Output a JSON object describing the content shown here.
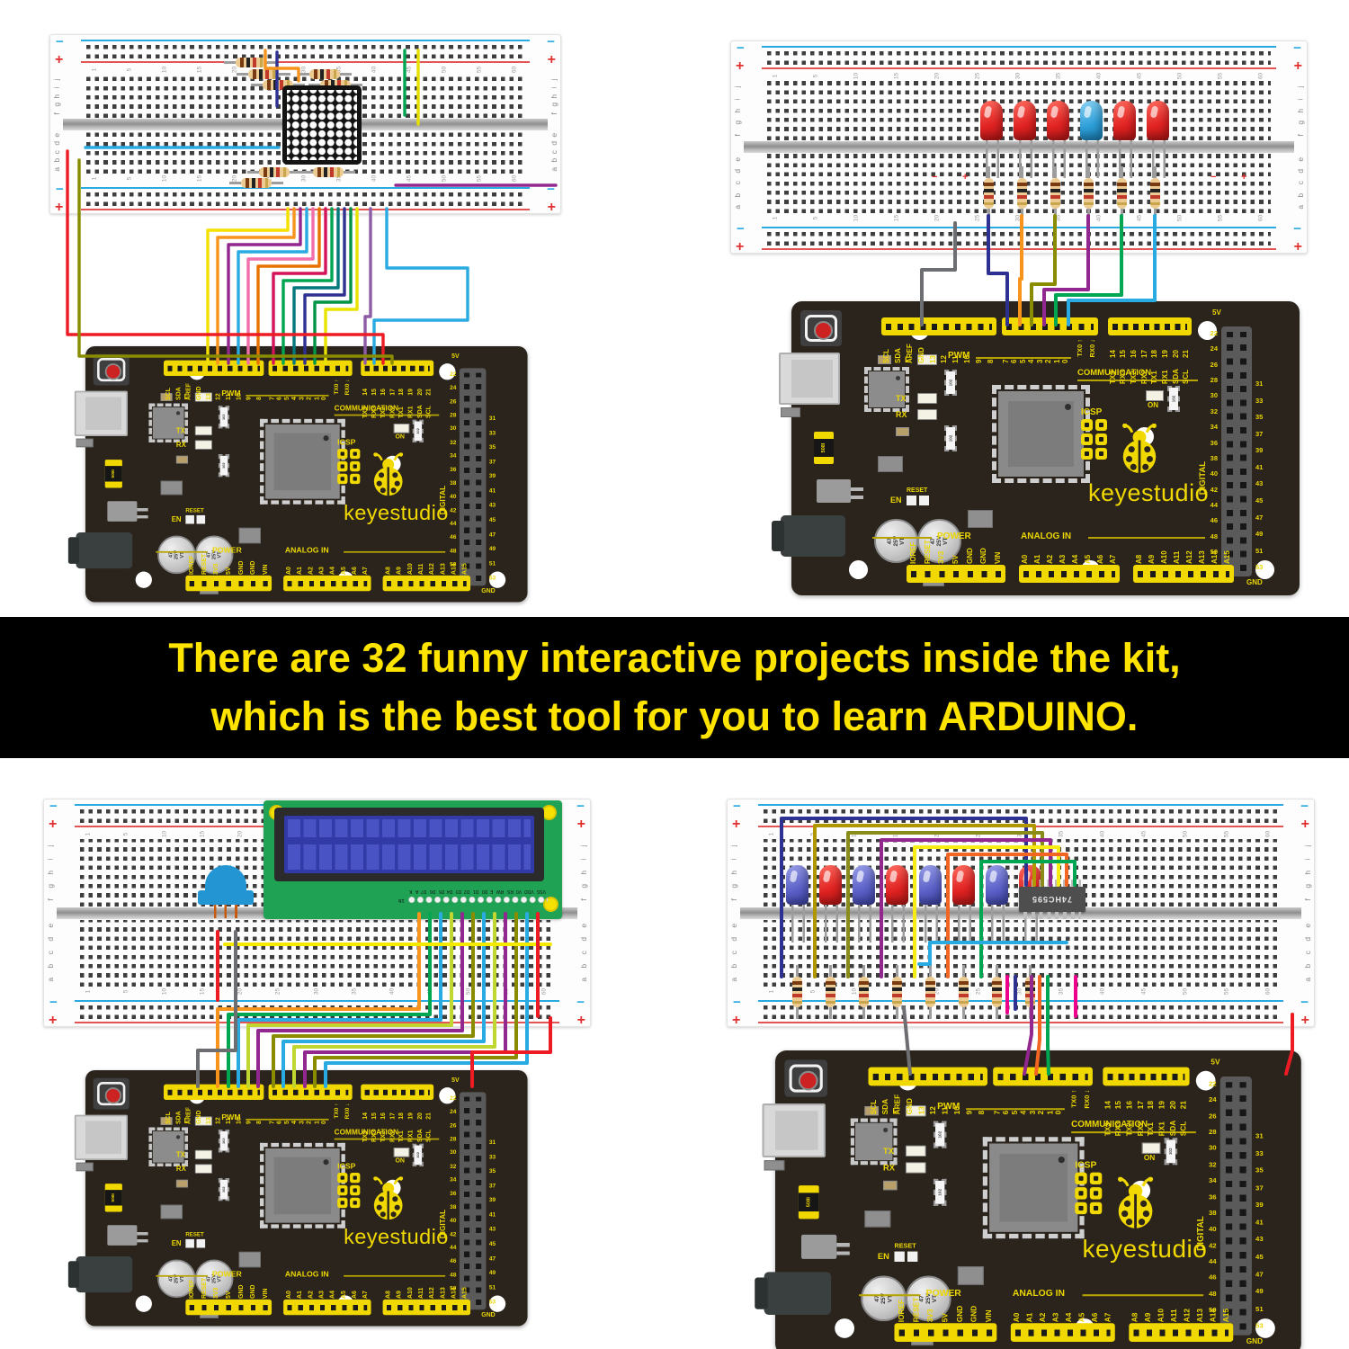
{
  "banner": {
    "line1": "There are 32 funny interactive projects inside the kit,",
    "line2": "which is the best tool for you to learn ARDUINO.",
    "bg": "#000000",
    "fg": "#ffe400"
  },
  "brand": "keyestudio",
  "board": {
    "pins_a": [
      "SCL",
      "SDA",
      "AREF",
      "GND",
      "13",
      "12",
      "11",
      "10",
      "9",
      "8"
    ],
    "pins_b": [
      "7",
      "6",
      "5",
      "4",
      "3",
      "2",
      "1",
      "0"
    ],
    "pins_c": [
      "14",
      "15",
      "16",
      "17",
      "18",
      "19",
      "20",
      "21"
    ],
    "comm_sub": [
      "TX3",
      "RX3",
      "TX2",
      "RX2",
      "TX1",
      "RX1",
      "SDA",
      "SCL"
    ],
    "tx0": "TX0 ↑",
    "rx0": "RX0 ↓",
    "pwm": "PWM",
    "communication": "COMMUNICATION",
    "icsp": "ICSP",
    "on": "ON",
    "l": "L",
    "tx": "TX",
    "rx": "RX",
    "en": "EN",
    "reset": "RESET",
    "digital": "DIGITAL",
    "five_v": "5V",
    "gnd": "GND",
    "right_even": [
      "22",
      "24",
      "26",
      "28",
      "30",
      "32",
      "34",
      "36",
      "38",
      "40",
      "42",
      "44",
      "46",
      "48",
      "50",
      "52"
    ],
    "right_odd": [
      "31",
      "33",
      "35",
      "37",
      "39",
      "41",
      "43",
      "45",
      "47",
      "49",
      "51",
      "53"
    ],
    "power_title": "POWER",
    "analog_title": "ANALOG IN",
    "power_pins": [
      "IOREF",
      "RESET",
      "3V3",
      "5V",
      "GND",
      "GND",
      "VIN"
    ],
    "analog_a": [
      "A0",
      "A1",
      "A2",
      "A3",
      "A4",
      "A5",
      "A6",
      "A7"
    ],
    "analog_b": [
      "A8",
      "A9",
      "A10",
      "A11",
      "A12",
      "A13",
      "A14",
      "A15"
    ],
    "cap_label": "47\n25V\nVT",
    "reg_label": "508I",
    "net_label": "102"
  },
  "breadboard": {
    "letters_top": [
      "j",
      "i",
      "h",
      "g",
      "f"
    ],
    "letters_bottom": [
      "e",
      "d",
      "c",
      "b",
      "a"
    ],
    "cols": [
      "1",
      "5",
      "10",
      "15",
      "20",
      "25",
      "30",
      "35",
      "40",
      "45",
      "50",
      "55",
      "60"
    ],
    "plus": "+",
    "minus": "−"
  },
  "tr": {
    "leds": [
      "red",
      "red",
      "red",
      "blue",
      "red",
      "red"
    ]
  },
  "br": {
    "leds": [
      "violet",
      "red",
      "violet",
      "red",
      "violet",
      "red",
      "violet",
      "red"
    ],
    "chip": "74HC595"
  },
  "bl": {
    "lcd_pins_flipped": [
      "K",
      "A",
      "D7",
      "D6",
      "D5",
      "D4",
      "D3",
      "D2",
      "D1",
      "D0",
      "E",
      "RW",
      "RS",
      "V0",
      "VDD",
      "VSS"
    ],
    "pin16": "16"
  },
  "wires": {
    "tl": [
      "#f5e000",
      "#f7941d",
      "#92278f",
      "#29abe2",
      "#f06eaa",
      "#e87200",
      "#d4145a",
      "#00a651",
      "#00787c",
      "#2e3192",
      "#009444",
      "#e8e400",
      "#8e5ba6",
      "#29abe2",
      "#ed1c24",
      "#8a8c00"
    ],
    "tl_j": [
      "#29abe2",
      "#92278f",
      "#00a651",
      "#e8e000",
      "#2e3192",
      "#f7941d"
    ],
    "tr": [
      "#6d6e71",
      "#2e3192",
      "#f7941d",
      "#8a8c00",
      "#92278f",
      "#00a651",
      "#29abe2"
    ],
    "bl": [
      "#f7941d",
      "#00a651",
      "#29abe2",
      "#bfd730",
      "#92278f",
      "#8a8c00",
      "#29abe2",
      "#bfd730",
      "#92278f",
      "#8a8c00",
      "#29abe2",
      "#f5e900",
      "#ed1c24",
      "#6d6e71",
      "#6d6e71",
      "#ed1c24",
      "#ed1c24"
    ],
    "br": [
      "#2e3192",
      "#b29600",
      "#8a8c1a",
      "#92278f",
      "#f7ec13",
      "#f26522",
      "#00a651",
      "#29abe2",
      "#ec008c",
      "#92278f",
      "#f26522",
      "#2e3192",
      "#00a651",
      "#ec008c",
      "#6d6e71",
      "#ed1c24"
    ]
  }
}
